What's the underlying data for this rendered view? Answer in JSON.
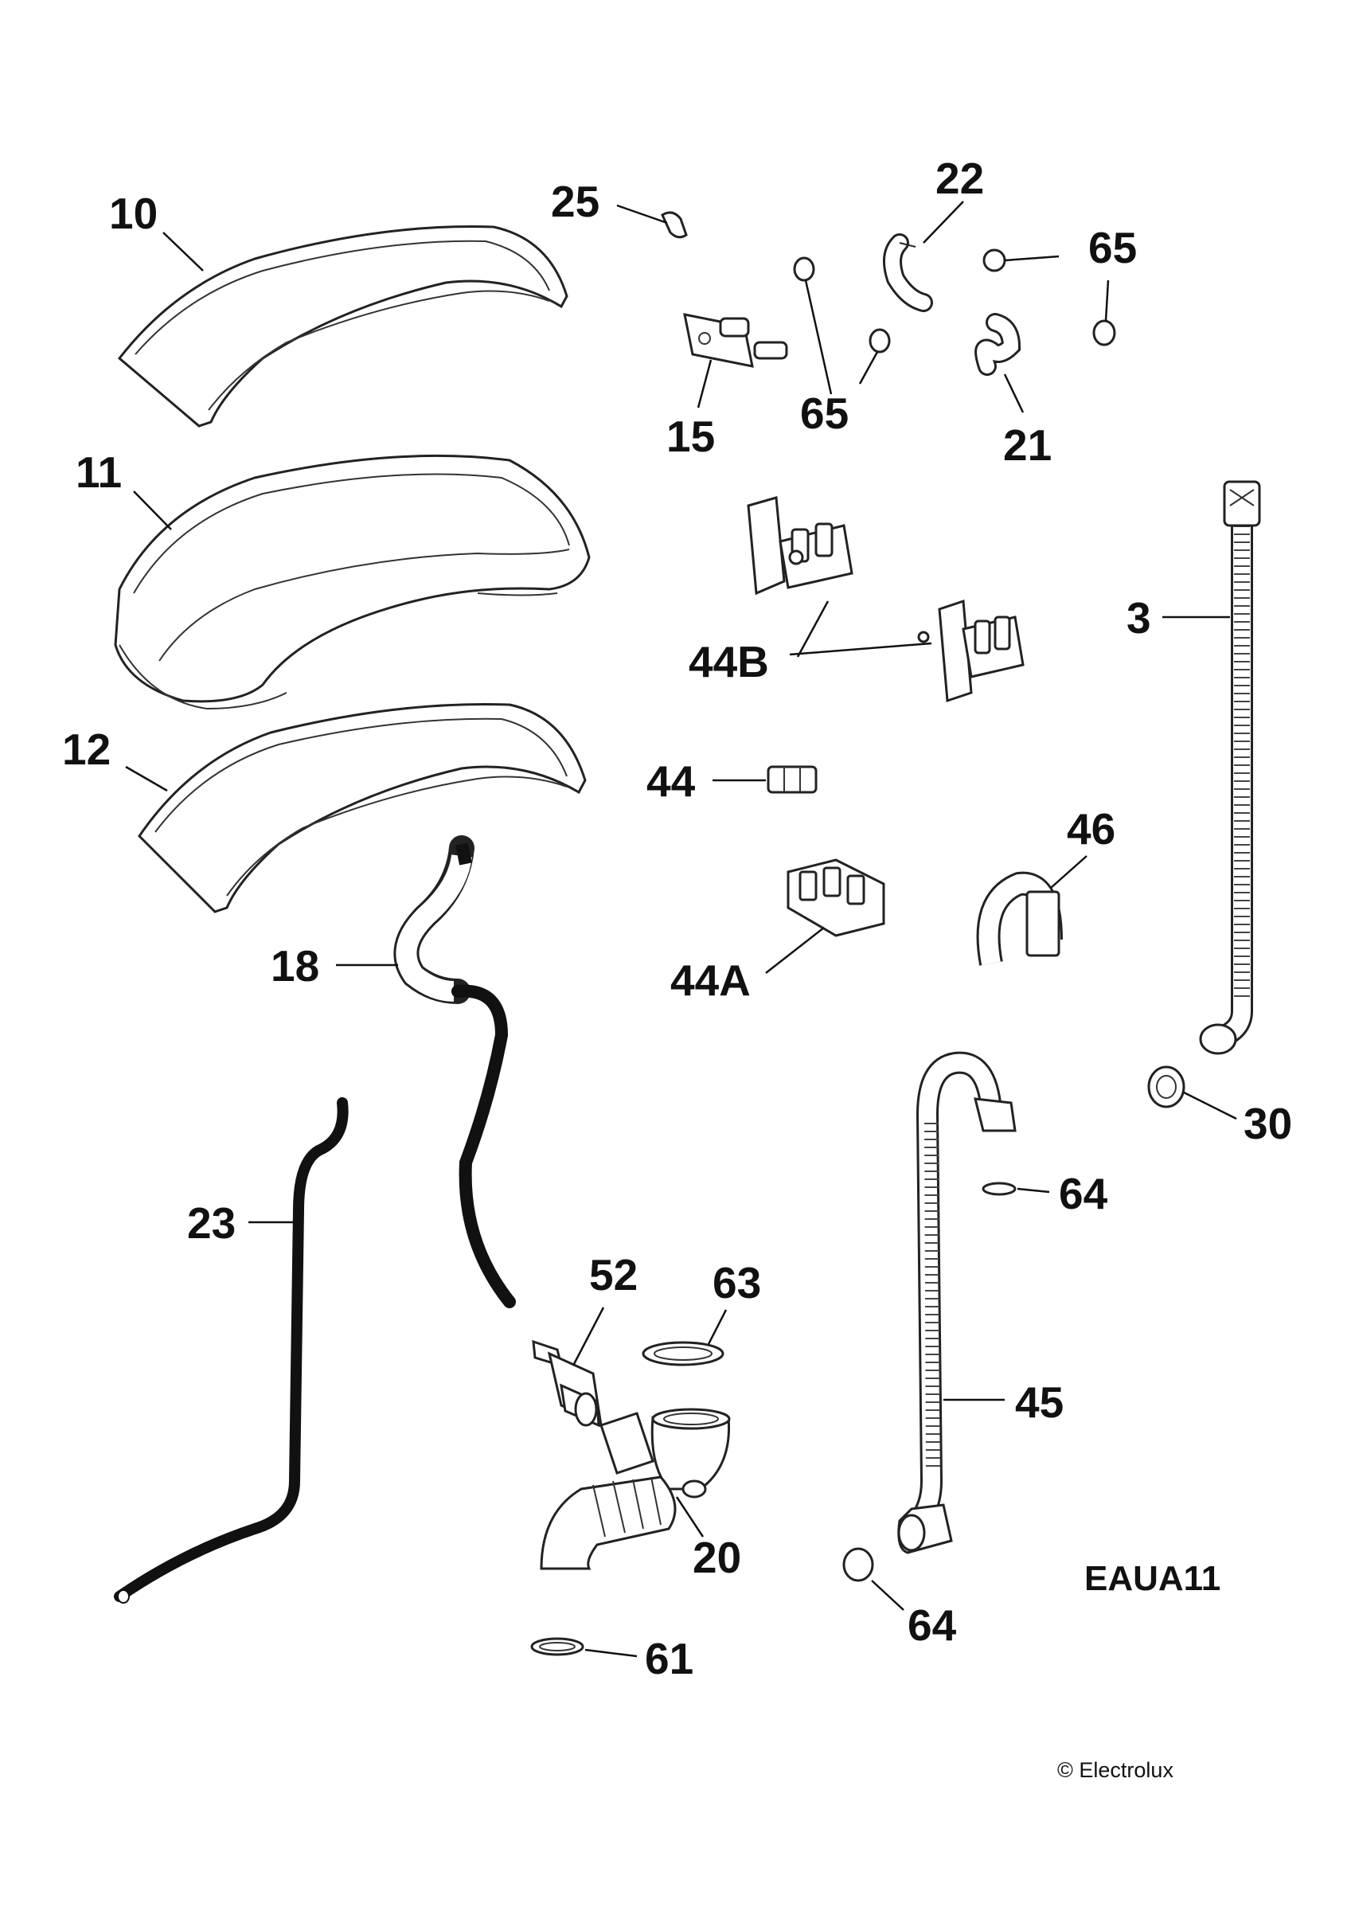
{
  "diagram_code": "EAUA11",
  "copyright": "© Electrolux",
  "parts": {
    "p10": "10",
    "p11": "11",
    "p12": "12",
    "p25": "25",
    "p22": "22",
    "p65a": "65",
    "p65b": "65",
    "p15": "15",
    "p21": "21",
    "p3": "3",
    "p44B": "44B",
    "p44": "44",
    "p46": "46",
    "p44A": "44A",
    "p18": "18",
    "p30": "30",
    "p64a": "64",
    "p23": "23",
    "p52": "52",
    "p63": "63",
    "p45": "45",
    "p20": "20",
    "p64b": "64",
    "p61": "61"
  }
}
